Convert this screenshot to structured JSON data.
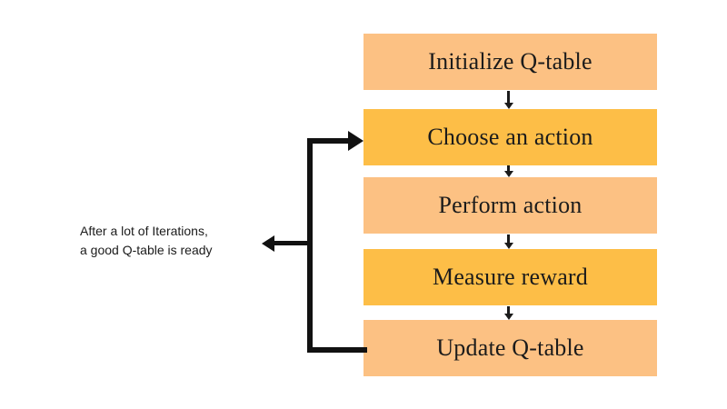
{
  "diagram": {
    "title": "Q-Learning Loop Flowchart",
    "background_color": "#ffffff",
    "colors": {
      "box_light": "#fcc183",
      "box_dark": "#fdbe47",
      "line": "#111111",
      "text": "#1b1b1b"
    },
    "steps": [
      {
        "label": "Initialize Q-table",
        "shade": "light"
      },
      {
        "label": "Choose an action",
        "shade": "dark"
      },
      {
        "label": "Perform action",
        "shade": "light"
      },
      {
        "label": "Measure reward",
        "shade": "dark"
      },
      {
        "label": "Update Q-table",
        "shade": "light"
      }
    ],
    "annotation": {
      "line1": "After a lot of Iterations,",
      "line2": "a good Q-table is ready"
    },
    "connectors": [
      {
        "from": "Initialize Q-table",
        "to": "Choose an action",
        "direction": "down"
      },
      {
        "from": "Choose an action",
        "to": "Perform action",
        "direction": "down"
      },
      {
        "from": "Perform action",
        "to": "Measure reward",
        "direction": "down"
      },
      {
        "from": "Measure reward",
        "to": "Update Q-table",
        "direction": "down"
      },
      {
        "from": "Update Q-table",
        "to": "Choose an action",
        "direction": "loop-back-left"
      },
      {
        "from": "loop",
        "to": "After a lot of Iterations, a good Q-table is ready",
        "direction": "left"
      }
    ]
  }
}
